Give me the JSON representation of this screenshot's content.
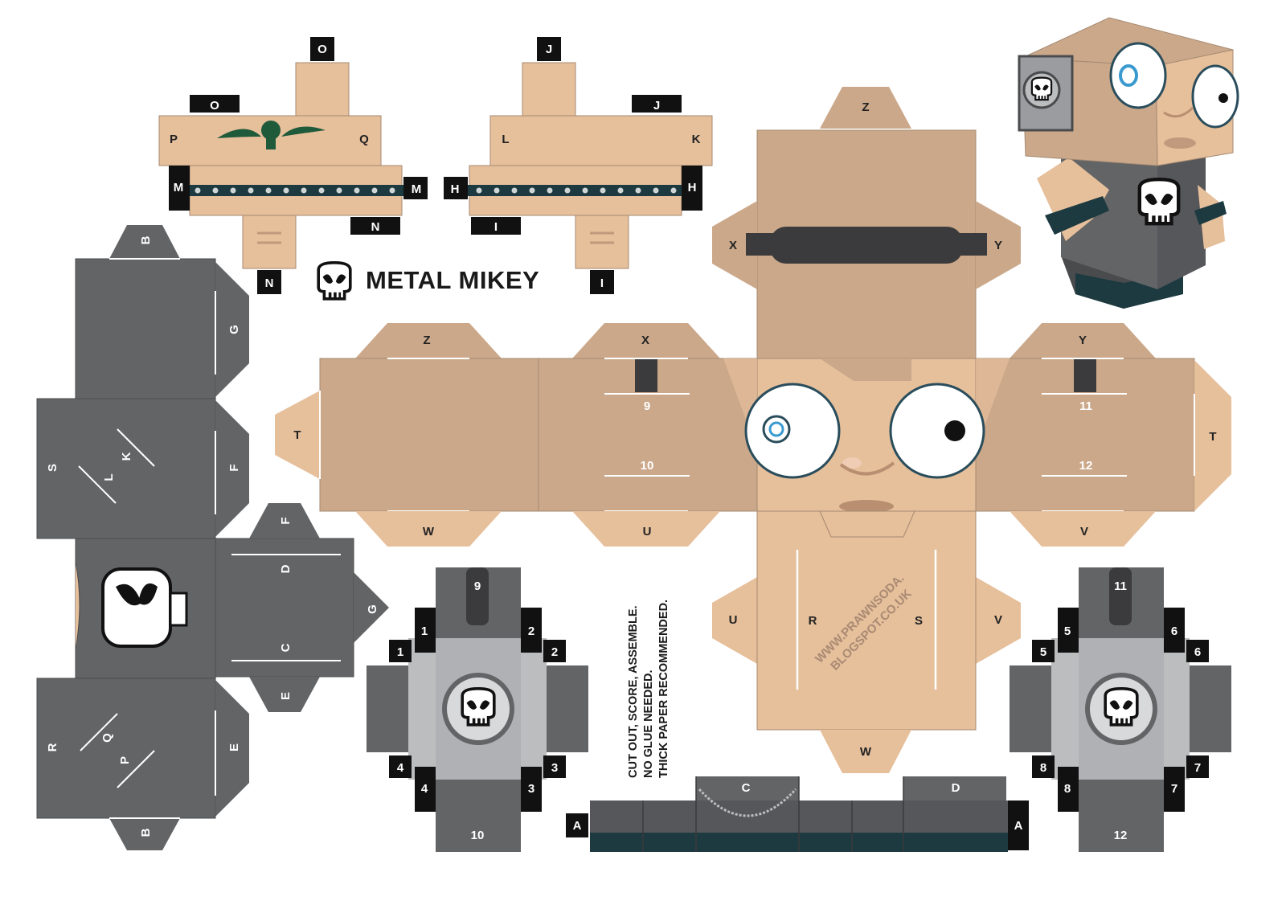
{
  "title": "METAL MIKEY",
  "instructions": [
    "CUT OUT, SCORE, ASSEMBLE.",
    "NO GLUE NEEDED.",
    "THICK PAPER RECOMMENDED."
  ],
  "credit": [
    "WWW.PRAWNSODA.",
    "BLOGSPOT.CO.UK"
  ],
  "colors": {
    "skin": "#e6bf9b",
    "skin_dark": "#cba88a",
    "shirt": "#636466",
    "shirt_light": "#bcbdbf",
    "belt": "#1c3a40",
    "tattoo": "#1f5a3a",
    "black": "#111111"
  },
  "labels": {
    "left_arm": {
      "top": "O",
      "left": "P",
      "right": "Q",
      "mid_left": "M",
      "mid_right": "M",
      "bottom_a": "N",
      "bottom_b": "N",
      "top_strip": "O"
    },
    "right_arm": {
      "top": "J",
      "top_strip": "J",
      "left": "L",
      "right": "K",
      "mid_left": "H",
      "mid_right": "H",
      "bottom_a": "I",
      "bottom_b": "I"
    },
    "body": {
      "b_top": "B",
      "b_bottom": "B",
      "g_right": "G",
      "g_side": "G",
      "f_right": "F",
      "f_top": "F",
      "e_right": "E",
      "e_bottom": "E",
      "s": "S",
      "k": "K",
      "l": "L",
      "r": "R",
      "q": "Q",
      "p": "P",
      "d": "D",
      "c": "C"
    },
    "head": {
      "z_top": "Z",
      "z_left": "Z",
      "x_side": "X",
      "y_side": "Y",
      "x_top": "X",
      "y_top": "Y",
      "t_left": "T",
      "t_right": "T",
      "w_left": "W",
      "u_mid": "U",
      "v_right": "V",
      "num9": "9",
      "num10": "10",
      "num11": "11",
      "num12": "12",
      "u_side": "U",
      "r": "R",
      "s": "S",
      "v_side": "V",
      "w_bottom": "W"
    },
    "leg_left": {
      "top": "9",
      "bottom": "10",
      "n1a": "1",
      "n1b": "1",
      "n2a": "2",
      "n2b": "2",
      "n3a": "3",
      "n3b": "3",
      "n4a": "4",
      "n4b": "4"
    },
    "leg_right": {
      "top": "11",
      "bottom": "12",
      "n5a": "5",
      "n5b": "5",
      "n6a": "6",
      "n6b": "6",
      "n7a": "7",
      "n7b": "7",
      "n8a": "8",
      "n8b": "8"
    },
    "base": {
      "a_left": "A",
      "a_right": "A",
      "c": "C",
      "d": "D"
    }
  }
}
